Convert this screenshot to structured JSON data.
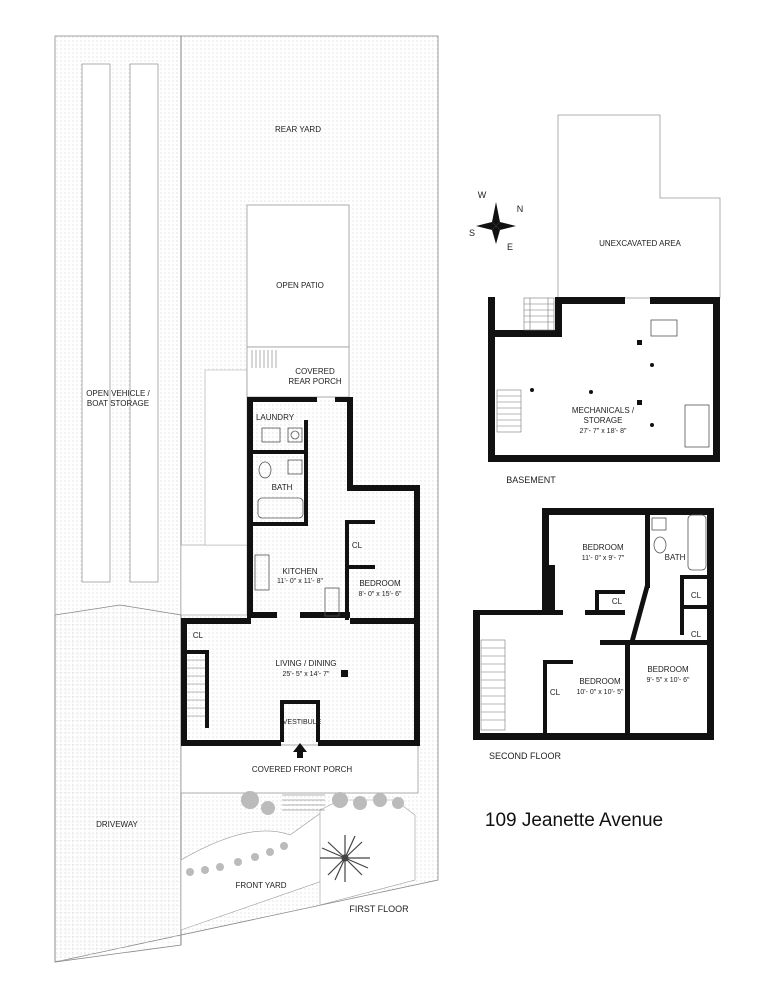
{
  "title": "109 Jeanette Avenue",
  "floors": {
    "first": "FIRST FLOOR",
    "basement": "BASEMENT",
    "second": "SECOND FLOOR"
  },
  "site": {
    "rear_yard": "REAR YARD",
    "open_patio": "OPEN PATIO",
    "covered_rear_porch": [
      "COVERED",
      "REAR PORCH"
    ],
    "vehicle_storage": [
      "OPEN VEHICLE /",
      "BOAT STORAGE"
    ],
    "driveway": "DRIVEWAY",
    "front_yard": "FRONT YARD",
    "covered_front_porch": "COVERED FRONT PORCH",
    "unexcavated": "UNEXCAVATED AREA"
  },
  "rooms_first": {
    "laundry": "LAUNDRY",
    "bath": "BATH",
    "kitchen": "KITCHEN",
    "kitchen_dim": "11'- 0\" x 11'- 8\"",
    "bedroom": "BEDROOM",
    "bedroom_dim": "8'- 0\" x 15'- 6\"",
    "cl_bedroom": "CL",
    "cl_stair": "CL",
    "living": "LIVING / DINING",
    "living_dim": "25'- 5\" x 14'- 7\"",
    "vestibule": "VESTIBULE"
  },
  "rooms_basement": {
    "mech": [
      "MECHANICALS /",
      "STORAGE"
    ],
    "mech_dim": "27'- 7\" x 18'- 8\""
  },
  "rooms_second": {
    "bedroom1": "BEDROOM",
    "bedroom1_dim": "11'- 0\" x 9'- 7\"",
    "bath": "BATH",
    "cl1": "CL",
    "cl2": "CL",
    "cl3": "CL",
    "cl4": "CL",
    "bedroom2": "BEDROOM",
    "bedroom2_dim": "10'- 0\" x 10'- 5\"",
    "bedroom3": "BEDROOM",
    "bedroom3_dim": "9'- 5\" x 10'- 6\""
  },
  "compass": {
    "w": "W",
    "n": "N",
    "s": "S",
    "e": "E"
  },
  "colors": {
    "walls": "#111111",
    "yard_dots": "#e3e3e3",
    "outline": "#888888"
  }
}
